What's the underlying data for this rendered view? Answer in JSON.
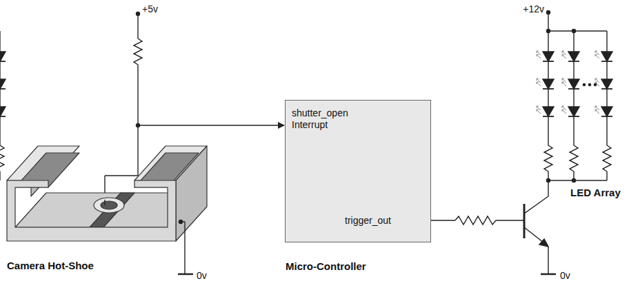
{
  "diagram": {
    "nodes": [
      {
        "text": [
          "shutter_open Interrupt",
          "trigger_out",
          "Micro-Controller"
        ]
      }
    ],
    "labels": [
      "+5v",
      "+12v",
      "0v",
      "0v",
      "Camera Hot-Shoe",
      "LED Array"
    ]
  }
}
